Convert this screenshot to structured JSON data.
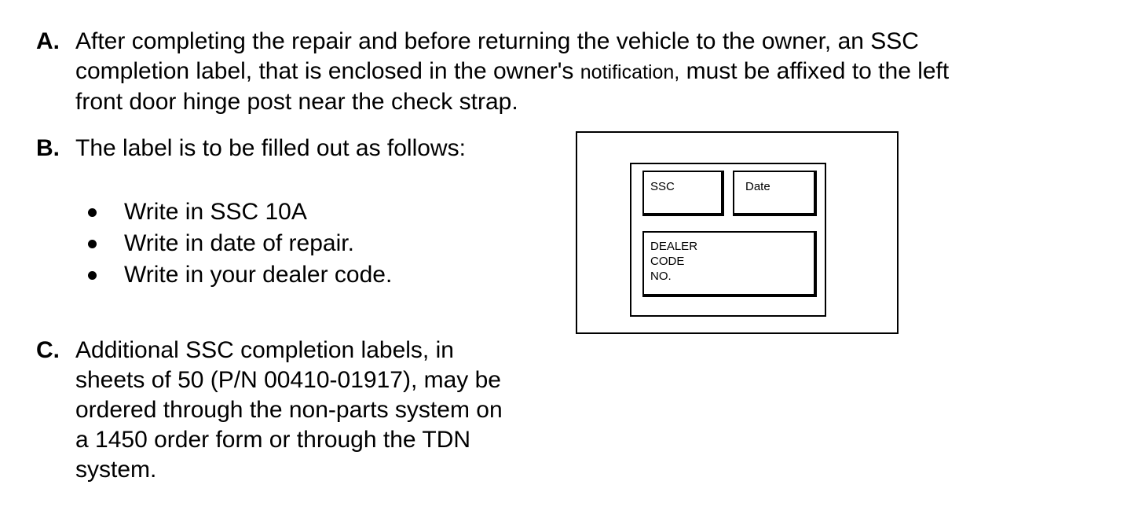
{
  "section_a": {
    "marker": "A.",
    "lines": [
      "After completing the repair and before returning the vehicle to the owner, an SSC",
      "completion label, that is enclosed in the owner's",
      "notification,",
      " must be affixed to the left",
      "front door hinge post near the check strap."
    ]
  },
  "section_b": {
    "marker": "B.",
    "intro": "The label is to be filled out as follows:",
    "bullets": [
      "Write in SSC 10A",
      "Write in date of repair.",
      "Write in your dealer code."
    ]
  },
  "section_c": {
    "marker": "C.",
    "lines": [
      "Additional SSC completion labels, in",
      "sheets of 50 (P/N 00410-01917), may be",
      "ordered through the non-parts system on",
      "a 1450 order form or through the TDN",
      "system."
    ]
  },
  "label_diagram": {
    "ssc_field": "SSC",
    "date_field": "Date",
    "dealer_field": [
      "DEALER",
      "CODE",
      "NO."
    ]
  }
}
